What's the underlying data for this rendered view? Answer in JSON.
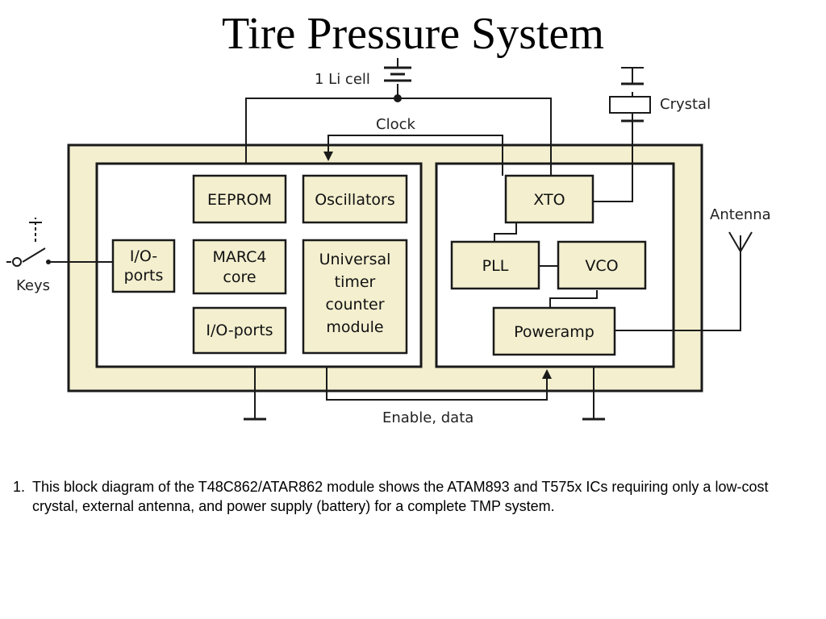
{
  "title": "Tire Pressure System",
  "labels": {
    "battery": "1 Li cell",
    "crystal": "Crystal",
    "clock": "Clock",
    "antenna": "Antenna",
    "keys": "Keys",
    "enable_data": "Enable, data"
  },
  "blocks": {
    "eeprom": [
      "EEPROM"
    ],
    "oscillators": [
      "Oscillators"
    ],
    "io_ports_left": [
      "I/O-",
      "ports"
    ],
    "marc4": [
      "MARC4",
      "core"
    ],
    "utc": [
      "Universal",
      "timer",
      "counter",
      "module"
    ],
    "io_ports_bottom": [
      "I/O-ports"
    ],
    "xto": [
      "XTO"
    ],
    "pll": [
      "PLL"
    ],
    "vco": [
      "VCO"
    ],
    "poweramp": [
      "Poweramp"
    ]
  },
  "caption": {
    "number": "1.",
    "text": "This block diagram of the T48C862/ATAR862 module shows the ATAM893 and T575x ICs requiring only a low-cost crystal, external antenna, and power supply (battery) for a complete TMP system."
  },
  "colors": {
    "module_fill": "#f3efcf",
    "block_fill": "#f3efcf",
    "inner_fill": "#ffffff",
    "line": "#1a1a1a"
  }
}
